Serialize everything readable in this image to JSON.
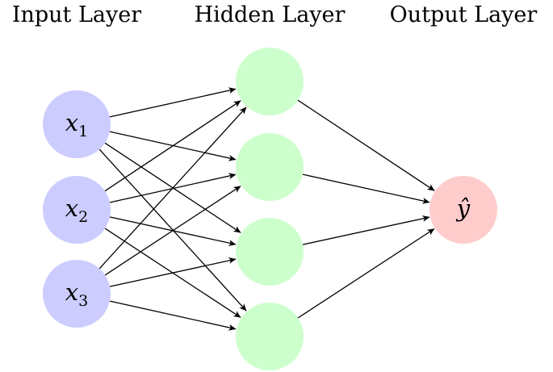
{
  "titles": {
    "input_layer": "Input Layer",
    "hidden_layer": "Hidden Layer",
    "output_layer": "Output Layer"
  },
  "input_nodes": [
    {
      "base": "x",
      "sub": "1"
    },
    {
      "base": "x",
      "sub": "2"
    },
    {
      "base": "x",
      "sub": "3"
    }
  ],
  "hidden_nodes": 4,
  "output_node": {
    "label": "ŷ"
  },
  "colors": {
    "input_fill": "#ccccff",
    "hidden_fill": "#ccffcc",
    "output_fill": "#ffcccc",
    "edge": "#000000"
  }
}
